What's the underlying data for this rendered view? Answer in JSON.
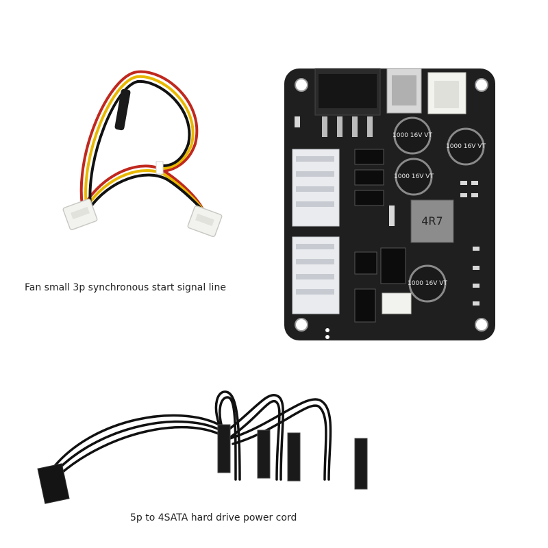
{
  "captions": {
    "fan_cable": "Fan small 3p synchronous start signal line",
    "sata_cable": "5p to 4SATA hard drive power cord"
  },
  "board_markings": {
    "cap1": "1000 16V VT",
    "cap2": "1000 16V VT",
    "cap3": "1000 16V VT",
    "cap4": "1000 16V VT",
    "inductor": "4R7"
  },
  "colors": {
    "board": "#1f1f1f",
    "wire_red": "#c0281e",
    "wire_yellow": "#e8b800",
    "wire_black": "#111111",
    "connector_white": "#f2f2ef"
  }
}
